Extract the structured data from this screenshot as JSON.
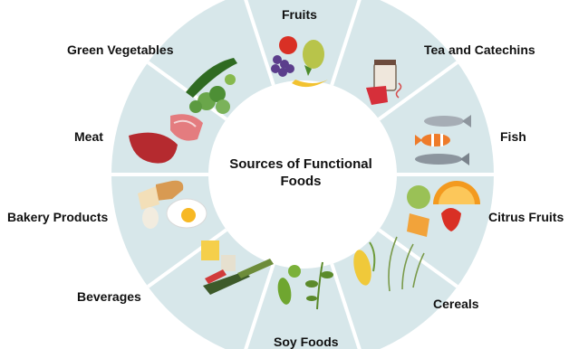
{
  "title_line1": "Sources of Functional",
  "title_line2": "Foods",
  "colors": {
    "ring": "#d7e7ea",
    "divider": "#ffffff",
    "hub": "#ffffff"
  },
  "segments": [
    {
      "label": "Fruits",
      "icon": "fruit-basket-icon"
    },
    {
      "label": "Tea and Catechins",
      "icon": "tea-cup-icon"
    },
    {
      "label": "Fish",
      "icon": "fish-icon"
    },
    {
      "label": "Citrus Fruits",
      "icon": "citrus-fruit-icon"
    },
    {
      "label": "Cereals",
      "icon": "wheat-icon"
    },
    {
      "label": "Soy Foods",
      "icon": "soybean-icon"
    },
    {
      "label": "Beverages",
      "icon": "bottles-icon"
    },
    {
      "label": "Bakery Products",
      "icon": "bread-egg-icon"
    },
    {
      "label": "Meat",
      "icon": "meat-icon"
    },
    {
      "label": "Green Vegetables",
      "icon": "vegetables-icon"
    }
  ]
}
